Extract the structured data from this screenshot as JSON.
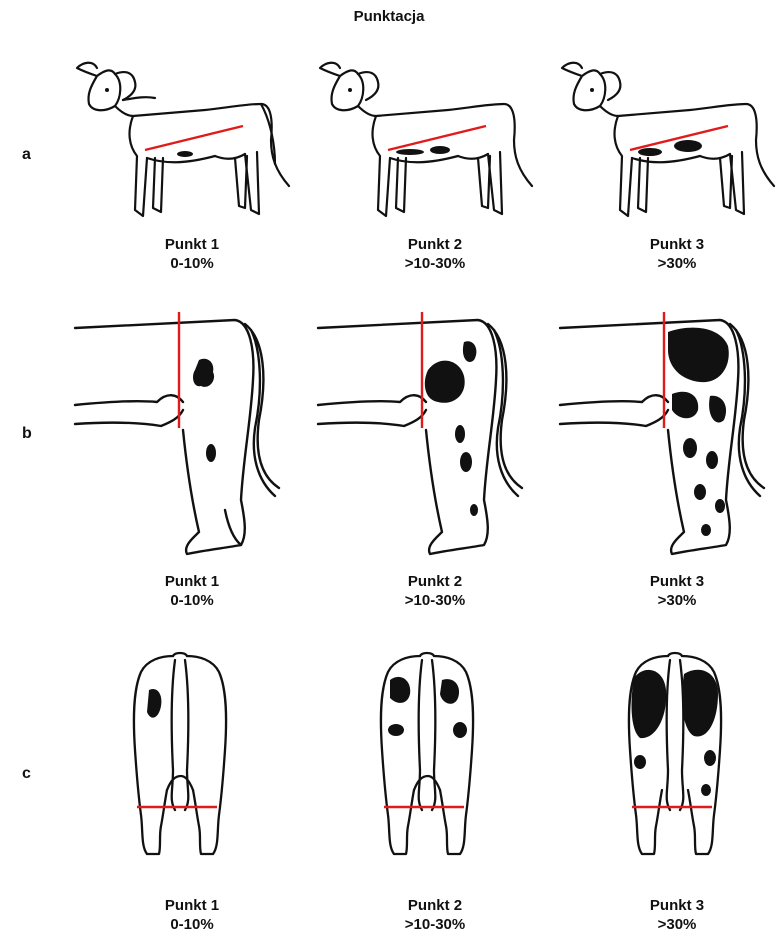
{
  "title": "Punktacja",
  "rows": [
    {
      "letter": "a",
      "view": "side-calf",
      "items": [
        {
          "point": "Punkt 1",
          "range": "0-10%",
          "level": 1
        },
        {
          "point": "Punkt 2",
          "range": ">10-30%",
          "level": 2
        },
        {
          "point": "Punkt 3",
          "range": ">30%",
          "level": 3
        }
      ]
    },
    {
      "letter": "b",
      "view": "rear-leg-side",
      "items": [
        {
          "point": "Punkt 1",
          "range": "0-10%",
          "level": 1
        },
        {
          "point": "Punkt 2",
          "range": ">10-30%",
          "level": 2
        },
        {
          "point": "Punkt 3",
          "range": ">30%",
          "level": 3
        }
      ]
    },
    {
      "letter": "c",
      "view": "rear-view",
      "items": [
        {
          "point": "Punkt 1",
          "range": "0-10%",
          "level": 1
        },
        {
          "point": "Punkt 2",
          "range": ">10-30%",
          "level": 2
        },
        {
          "point": "Punkt 3",
          "range": ">30%",
          "level": 3
        }
      ]
    }
  ],
  "colors": {
    "outline": "#111111",
    "marker_line": "#e01b1b",
    "spots": "#111111"
  }
}
